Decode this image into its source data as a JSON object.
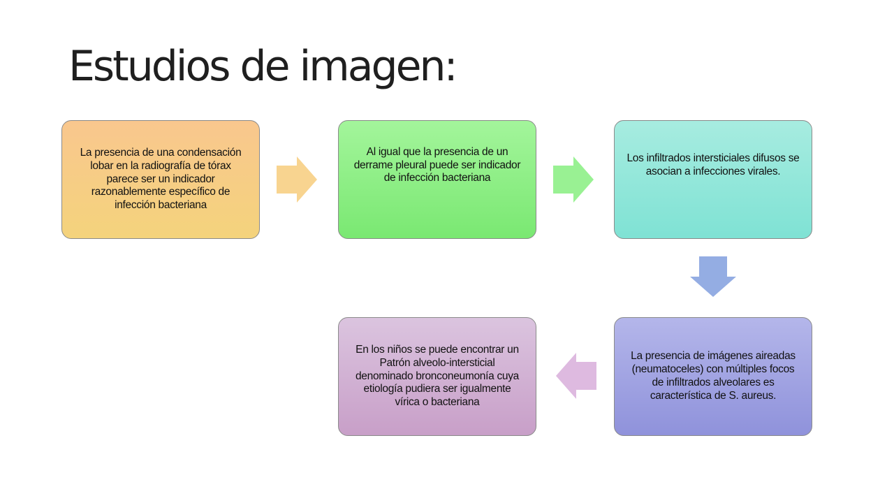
{
  "title": "Estudios de imagen:",
  "steps": [
    {
      "text": "La presencia de una condensación lobar en la radiografía de tórax parece ser un indicador razonablemente específico de infección bacteriana"
    },
    {
      "text": "Al igual que la presencia de un derrame pleural puede ser indicador de infección bacteriana"
    },
    {
      "text": "Los infiltrados intersticiales difusos se asocian a infecciones virales."
    },
    {
      "text": "La presencia de imágenes aireadas (neumatoceles) con múltiples focos de infiltrados alveolares es característica de S. aureus."
    },
    {
      "text": "En los niños se puede encontrar un Patrón alveolo-intersticial denominado bronconeumonía cuya etiología pudiera ser igualmente vírica o bacteriana"
    }
  ],
  "colors": {
    "step1": "#f6cc85",
    "step2": "#8ef087",
    "step3": "#93e7da",
    "step4": "#a2a4e2",
    "step5": "#d1b2d4",
    "arrow1": "#f7cf84",
    "arrow2": "#8ef087",
    "arrow3": "#8ea9e2",
    "arrow4": "#dcb6de"
  }
}
